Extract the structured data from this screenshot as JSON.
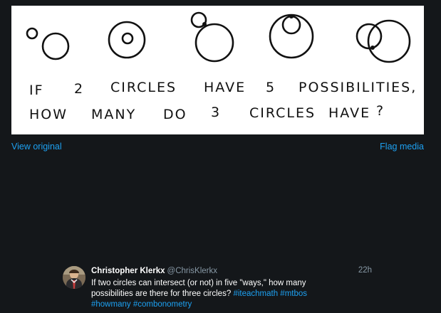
{
  "media": {
    "image_line_1": [
      "IF",
      "2",
      "CIRCLES",
      "HAVE",
      "5",
      "POSSIBILITIES,"
    ],
    "image_line_2": [
      "HOW",
      "MANY",
      "DO",
      "3",
      "CIRCLES",
      "HAVE",
      "?"
    ],
    "view_original_label": "View original",
    "flag_media_label": "Flag media"
  },
  "tweet": {
    "author_name": "Christopher Klerkx",
    "author_handle": "@ChrisKlerkx",
    "timestamp": "22h",
    "text_plain": "If two circles can intersect (or not) in five \"ways,\" how many possibilities are there for three circles?",
    "hashtags": [
      "#iteachmath",
      "#mtbos",
      "#howmany",
      "#combonometry"
    ]
  },
  "colors": {
    "background": "#14171a",
    "link": "#1da1f2",
    "secondary_text": "#8899a6"
  }
}
